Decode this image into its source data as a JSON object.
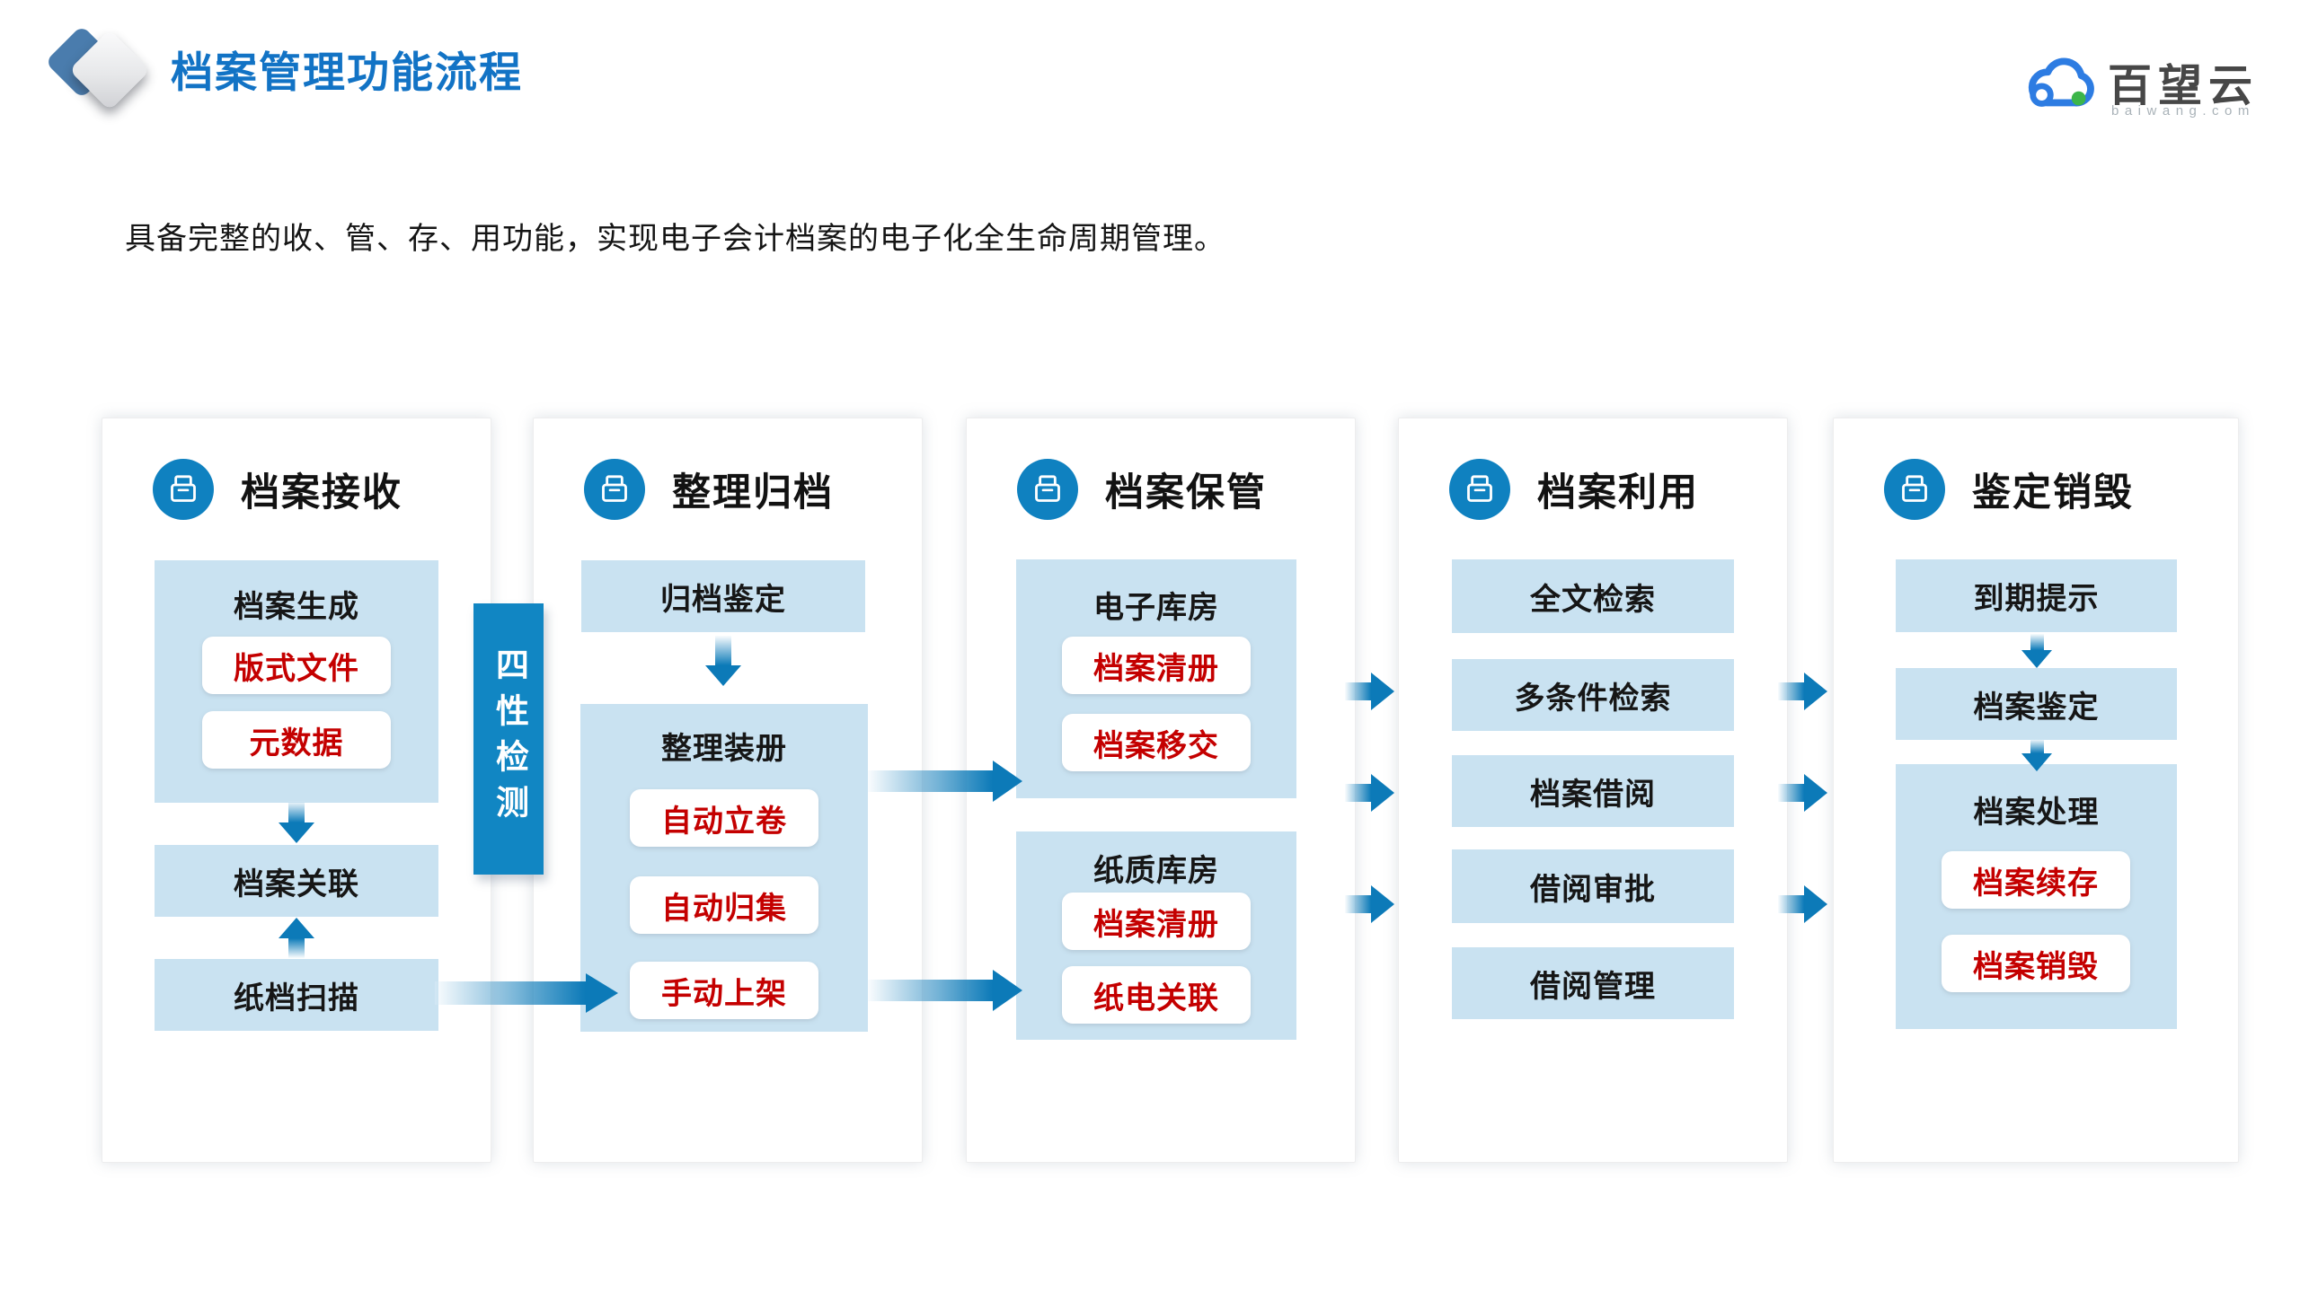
{
  "header": {
    "title": "档案管理功能流程",
    "brand": {
      "name": "百望云",
      "domain": "baiwang.com"
    }
  },
  "subtitle": "具备完整的收、管、存、用功能，实现电子会计档案的电子化全生命周期管理。",
  "check_bar": "四性检测",
  "columns": [
    {
      "title": "档案接收",
      "groups": [
        {
          "label": "档案生成",
          "items": [
            "版式文件",
            "元数据"
          ]
        }
      ],
      "boxes": [
        "档案关联",
        "纸档扫描"
      ]
    },
    {
      "title": "整理归档",
      "boxes": [
        "归档鉴定"
      ],
      "groups": [
        {
          "label": "整理装册",
          "items": [
            "自动立卷",
            "自动归集",
            "手动上架"
          ]
        }
      ]
    },
    {
      "title": "档案保管",
      "groups": [
        {
          "label": "电子库房",
          "items": [
            "档案清册",
            "档案移交"
          ]
        },
        {
          "label": "纸质库房",
          "items": [
            "档案清册",
            "纸电关联"
          ]
        }
      ]
    },
    {
      "title": "档案利用",
      "boxes": [
        "全文检索",
        "多条件检索",
        "档案借阅",
        "借阅审批",
        "借阅管理"
      ]
    },
    {
      "title": "鉴定销毁",
      "boxes": [
        "到期提示",
        "档案鉴定"
      ],
      "groups": [
        {
          "label": "档案处理",
          "items": [
            "档案续存",
            "档案销毁"
          ]
        }
      ]
    }
  ],
  "icons": {
    "panel_icon": "archive-box-icon",
    "brand_icon": "baiwang-cloud-icon",
    "title_mark": "diamond-logo"
  },
  "colors": {
    "title_blue": "#1273c5",
    "icon_circle_blue": "#0f81c0",
    "box_fill_blue": "#c9e2f1",
    "check_bar_blue": "#1186c3",
    "arrow_blue": "#0c7ab8",
    "highlight_red": "#c40000",
    "brand_blue": "#2d7ce2",
    "brand_green": "#3cb54a"
  }
}
